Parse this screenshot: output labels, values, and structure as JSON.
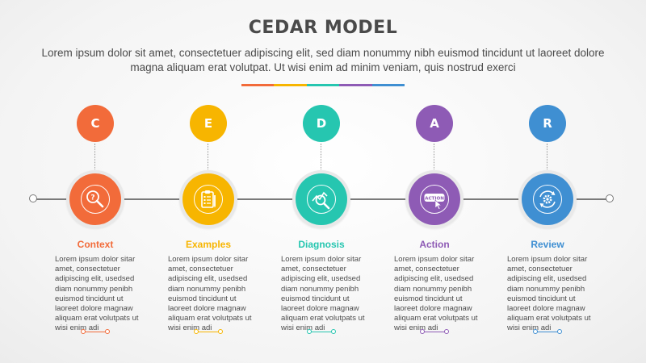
{
  "header": {
    "title": "CEDAR MODEL",
    "subtitle": "Lorem ipsum dolor sit amet, consectetuer adipiscing elit, sed diam nonummy nibh euismod tincidunt ut laoreet dolore magna aliquam erat volutpat. Ut wisi enim ad minim veniam, quis nostrud exerci"
  },
  "title_bar_colors": [
    "#f26b3a",
    "#f7b500",
    "#26c6b0",
    "#8e5bb5",
    "#3f8fd2"
  ],
  "timeline_color": "#7a7a7a",
  "steps": [
    {
      "letter": "C",
      "title": "Context",
      "color": "#f26b3a",
      "icon": "magnifier-question-icon",
      "text": "Lorem ipsum dolor sitar amet, consectetuer adipiscing elit, usedsed diam nonummy penibh euismod tincidunt ut laoreet dolore magnaw aliquam erat volutpats ut wisi enim adi"
    },
    {
      "letter": "E",
      "title": "Examples",
      "color": "#f7b500",
      "icon": "clipboard-checklist-icon",
      "text": "Lorem ipsum dolor sitar amet, consectetuer adipiscing elit, usedsed diam nonummy penibh euismod tincidunt ut laoreet dolore magnaw aliquam erat volutpats ut wisi enim adi"
    },
    {
      "letter": "D",
      "title": "Diagnosis",
      "color": "#26c6b0",
      "icon": "chart-magnifier-icon",
      "text": "Lorem ipsum dolor sitar amet, consectetuer adipiscing elit, usedsed diam nonummy penibh euismod tincidunt ut laoreet dolore magnaw aliquam erat volutpats ut wisi enim adi"
    },
    {
      "letter": "A",
      "title": "Action",
      "color": "#8e5bb5",
      "icon": "action-button-cursor-icon",
      "icon_label": "ACTION",
      "text": "Lorem ipsum dolor sitar amet, consectetuer adipiscing elit, usedsed diam nonummy penibh euismod tincidunt ut laoreet dolore magnaw aliquam erat volutpats ut wisi enim adi"
    },
    {
      "letter": "R",
      "title": "Review",
      "color": "#3f8fd2",
      "icon": "gear-cycle-icon",
      "text": "Lorem ipsum dolor sitar amet, consectetuer adipiscing elit, usedsed diam nonummy penibh euismod tincidunt ut laoreet dolore magnaw aliquam erat volutpats ut wisi enim adi"
    }
  ]
}
